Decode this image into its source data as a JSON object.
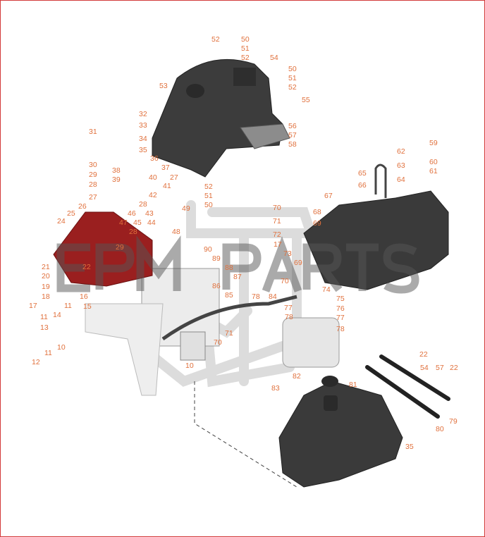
{
  "diagram": {
    "type": "exploded-parts-diagram",
    "watermark": "EPM PARTS",
    "colors": {
      "callout": "#e0703c",
      "body_dark": "#3c3c3c",
      "frame": "#e6e6e6",
      "highlight": "#9a1f1f",
      "bracket": "#b8b24a",
      "border": "#d23a3a"
    },
    "callouts": [
      "52",
      "50",
      "51",
      "52",
      "54",
      "50",
      "51",
      "52",
      "53",
      "55",
      "56",
      "57",
      "58",
      "32",
      "33",
      "34",
      "35",
      "31",
      "36",
      "37",
      "30",
      "38",
      "29",
      "39",
      "40",
      "28",
      "41",
      "42",
      "27",
      "52",
      "51",
      "50",
      "27",
      "28",
      "26",
      "25",
      "24",
      "46",
      "43",
      "47",
      "45",
      "44",
      "49",
      "28",
      "48",
      "29",
      "90",
      "89",
      "88",
      "87",
      "86",
      "85",
      "21",
      "22",
      "20",
      "19",
      "18",
      "16",
      "17",
      "15",
      "11",
      "14",
      "11",
      "13",
      "10",
      "11",
      "12",
      "10",
      "71",
      "70",
      "59",
      "62",
      "60",
      "63",
      "61",
      "64",
      "65",
      "66",
      "67",
      "70",
      "68",
      "71",
      "69",
      "72",
      "17",
      "73",
      "69",
      "74",
      "75",
      "70",
      "78",
      "84",
      "76",
      "77",
      "78",
      "77",
      "78",
      "22",
      "54",
      "57",
      "22",
      "81",
      "82",
      "83",
      "79",
      "80",
      "35"
    ]
  }
}
